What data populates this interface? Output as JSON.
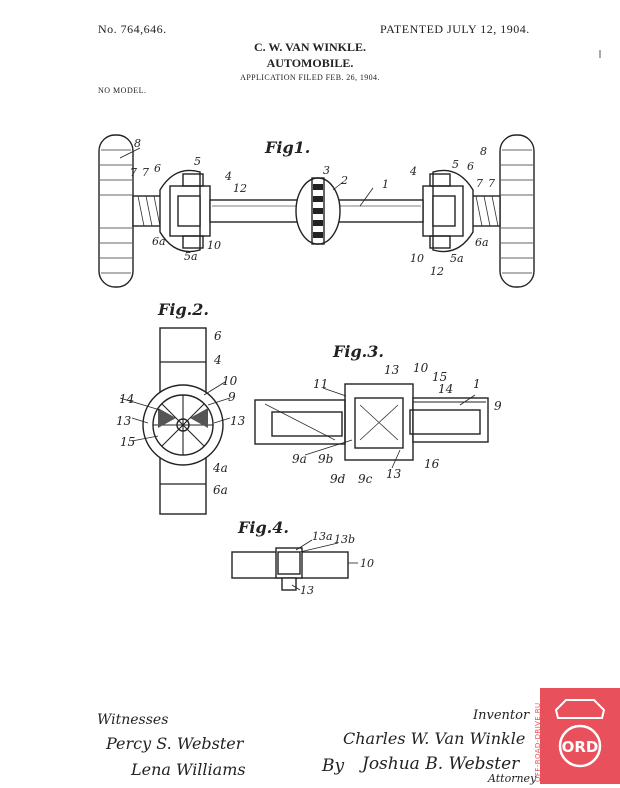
{
  "header": {
    "patent_no": "No. 764,646.",
    "patented": "PATENTED JULY 12, 1904.",
    "inventor_name": "C. W. VAN WINKLE.",
    "title": "AUTOMOBILE.",
    "filed": "APPLICATION FILED FEB. 26, 1904.",
    "model": "NO MODEL."
  },
  "figures": {
    "fig1": "Fig1.",
    "fig2": "Fig.2.",
    "fig3": "Fig.3.",
    "fig4": "Fig.4."
  },
  "fig1_labels": [
    "8",
    "7",
    "7",
    "6",
    "5",
    "4",
    "12",
    "3",
    "2",
    "1",
    "4",
    "5",
    "6",
    "8",
    "7",
    "7",
    "6a",
    "5a",
    "10",
    "10",
    "12",
    "5a",
    "6a"
  ],
  "fig2_labels": [
    "6",
    "4",
    "10",
    "9",
    "14",
    "13",
    "13",
    "15",
    "4a",
    "6a"
  ],
  "fig3_labels": [
    "11",
    "13",
    "10",
    "15",
    "14",
    "1",
    "9",
    "9a",
    "9b",
    "9d",
    "9c",
    "13",
    "16"
  ],
  "fig4_labels": [
    "13a",
    "13b",
    "10",
    "13"
  ],
  "signatures": {
    "witnesses_label": "Witnesses",
    "witness1": "Percy S. Webster",
    "witness2": "Lena Williams",
    "inventor_label": "Inventor",
    "inventor": "Charles W. Van Winkle",
    "by": "By",
    "attorney_name": "Joshua B. Webster",
    "attorney_label": "Attorney"
  },
  "watermark": {
    "site": "OFF-ROAD-DRIVE.RU",
    "logo_text": "ORD"
  },
  "colors": {
    "ink": "#222222",
    "paper": "#ffffff",
    "watermark": "#e8505b"
  }
}
